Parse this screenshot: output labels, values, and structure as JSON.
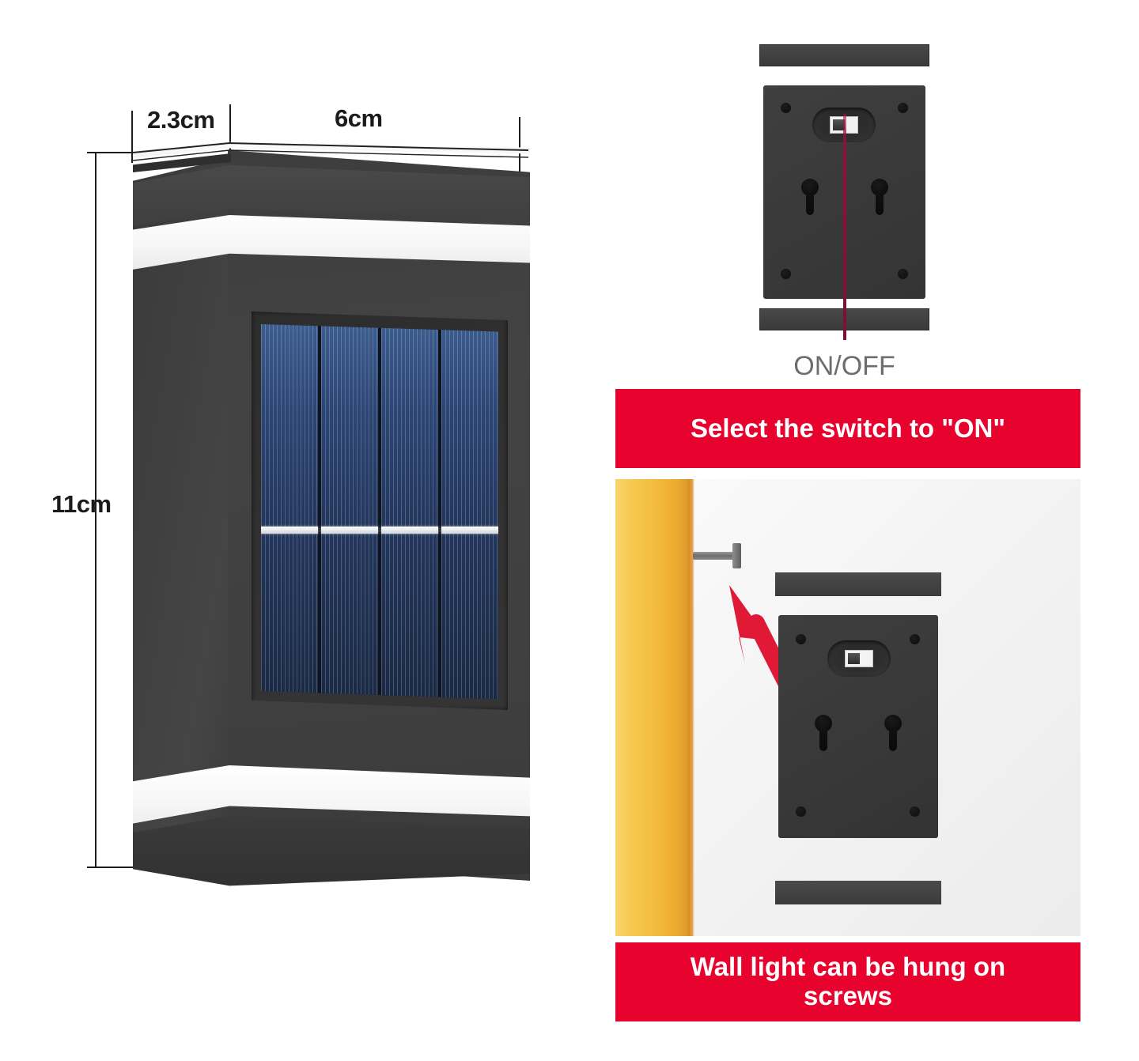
{
  "document": {
    "title": "Solar Wall Light — Dimensions and Installation Guide",
    "type": "product-instruction-diagram"
  },
  "dimensions": {
    "depth_label": "2.3cm",
    "width_label": "6cm",
    "height_label": "11cm"
  },
  "product": {
    "name": "solar-wall-light",
    "body_color": "#3d3d3d",
    "light_band_color": "#ffffff",
    "solar_panel": {
      "cell_count": 4,
      "cell_color": "#2c4675",
      "busbar_color": "#ffffff"
    }
  },
  "backplate_figure": {
    "switch_label": "ON/OFF",
    "switch_label_color": "#6d6d6d",
    "pointer_color": "#8c1338",
    "screw_hole_count": 4,
    "keyhole_count": 2
  },
  "instruction_card": {
    "banner_color": "#e8032e",
    "banner_text_color": "#ffffff",
    "top_banner": "Select the switch to \"ON\"",
    "bottom_banner": "Wall light can be hung on screws",
    "scene": {
      "wall_color": "#f3bb3c",
      "arrow_color": "#e01a36",
      "screw_color": "#8a8a8a",
      "background_color": "#f2f2f2"
    }
  }
}
